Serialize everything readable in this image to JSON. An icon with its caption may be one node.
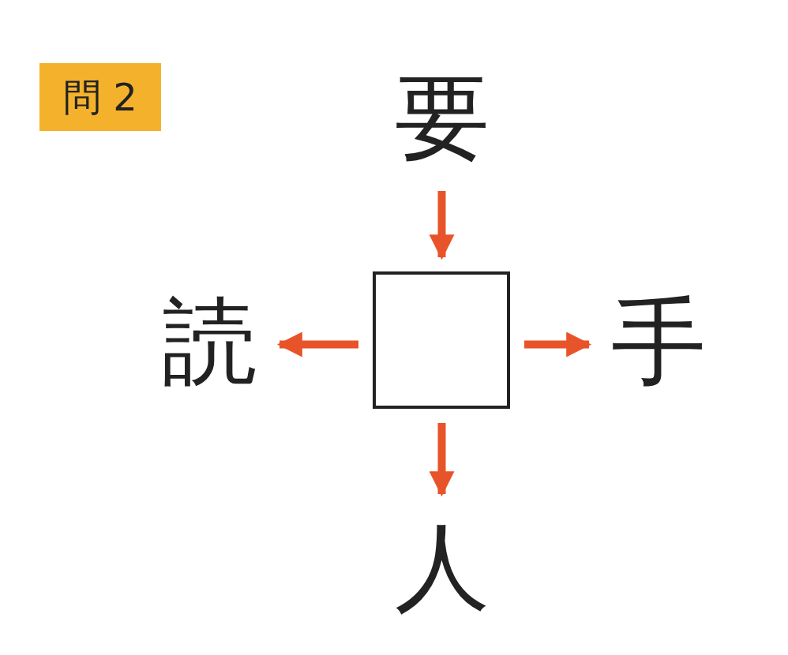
{
  "diagram": {
    "nodes": [
      {
        "text": [
          "要"
        ]
      },
      {
        "text": [],
        "shape": "box"
      },
      {
        "text": [
          "読"
        ]
      },
      {
        "text": [
          "手"
        ]
      },
      {
        "text": [
          "人"
        ]
      }
    ],
    "edges": [
      {
        "from": 0,
        "to": 1,
        "arrow": "to"
      },
      {
        "from": 1,
        "to": 2,
        "arrow": "to"
      },
      {
        "from": 1,
        "to": 3,
        "arrow": "to"
      },
      {
        "from": 1,
        "to": 4,
        "arrow": "to"
      }
    ],
    "labels": [
      "問 2"
    ]
  }
}
